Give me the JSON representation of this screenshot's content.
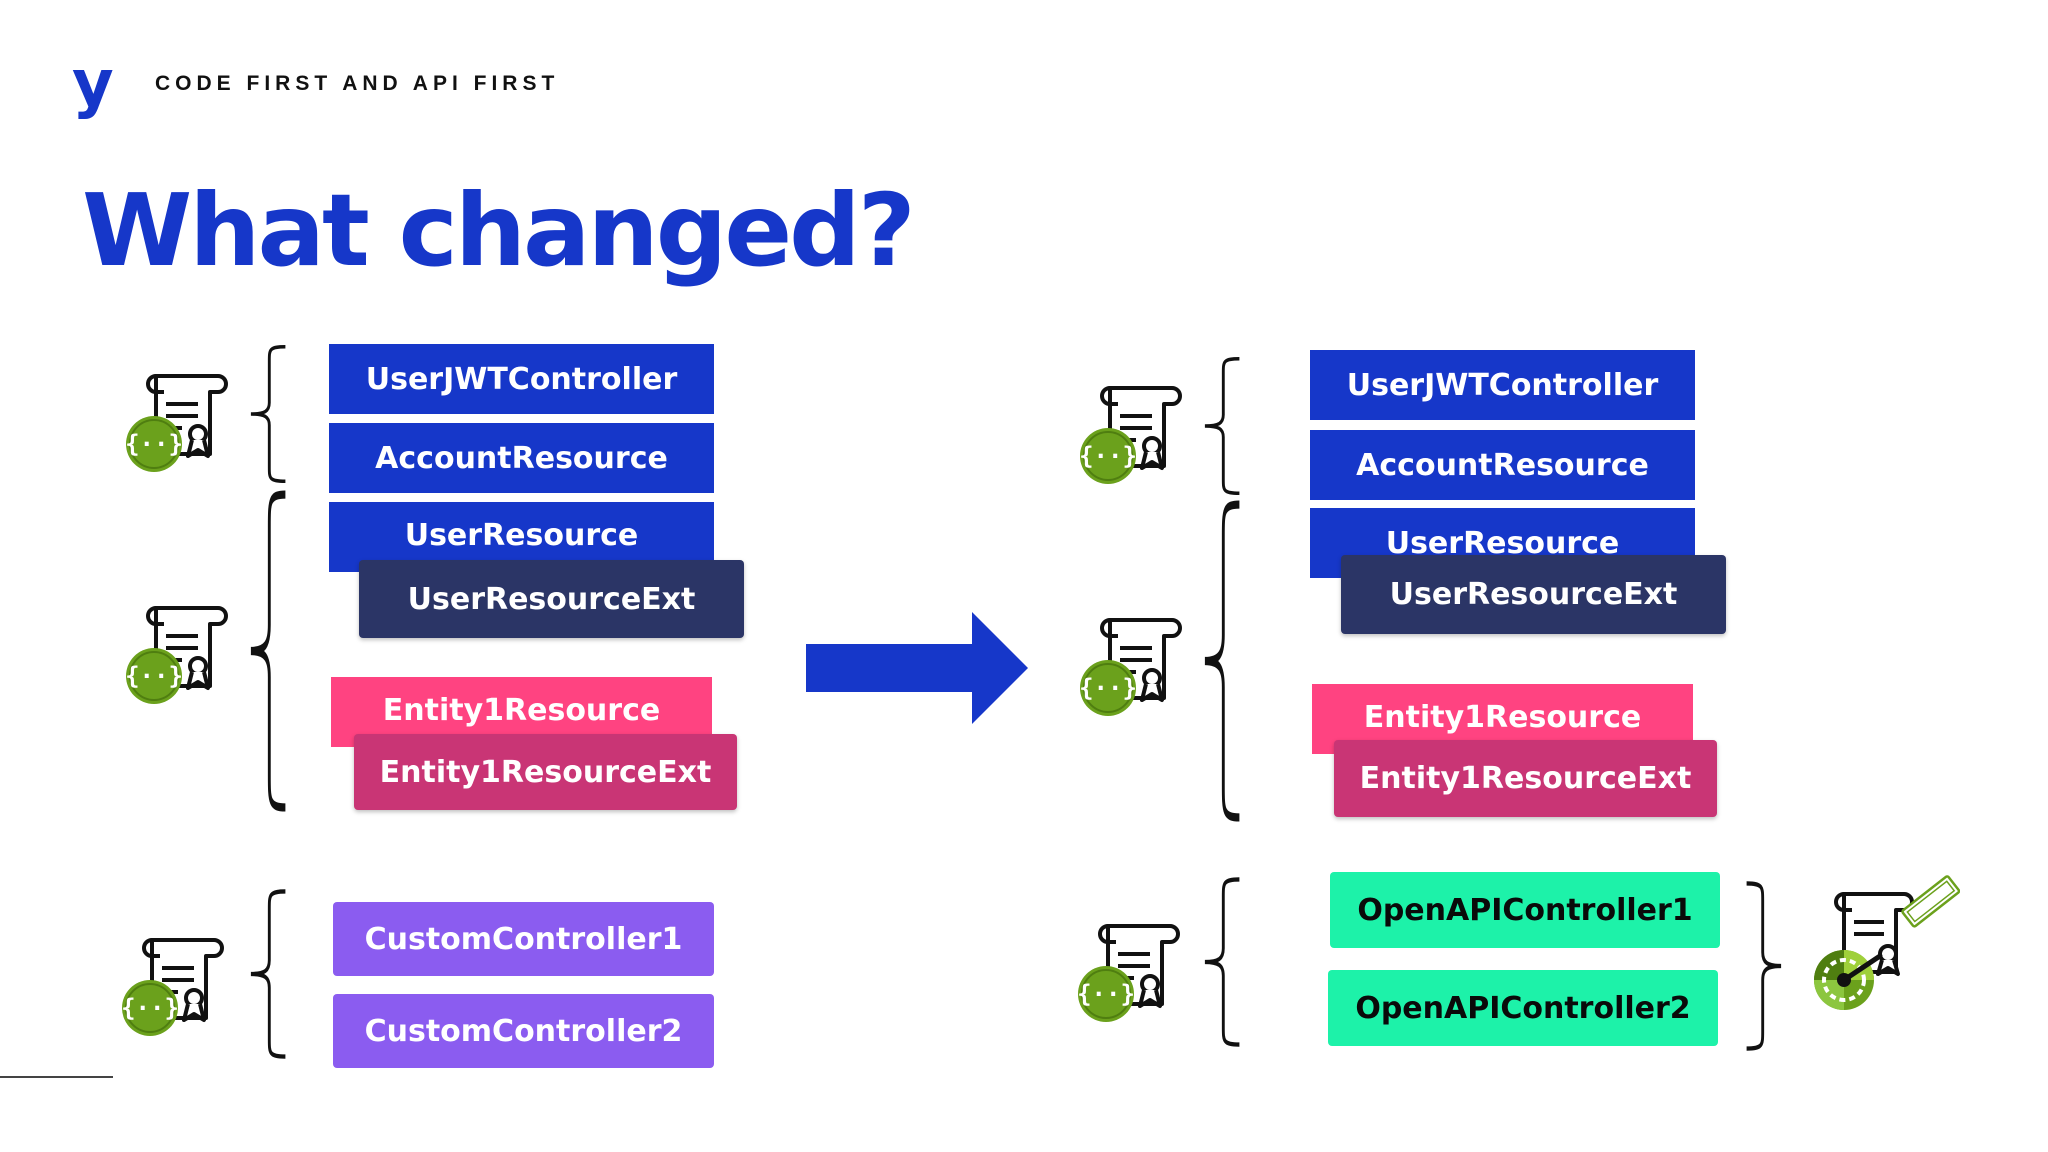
{
  "header": {
    "logo": "y",
    "kicker": "CODE FIRST AND API FIRST",
    "title": "What changed?"
  },
  "before": {
    "boxes": [
      "UserJWTController",
      "AccountResource",
      "UserResource",
      "UserResourceExt",
      "Entity1Resource",
      "Entity1ResourceExt",
      "CustomController1",
      "CustomController2"
    ]
  },
  "after": {
    "boxes": [
      "UserJWTController",
      "AccountResource",
      "UserResource",
      "UserResourceExt",
      "Entity1Resource",
      "Entity1ResourceExt",
      "OpenAPIController1",
      "OpenAPIController2"
    ]
  },
  "icons": {
    "spec": "openapi-spec-document-icon",
    "approved": "approved-spec-icon"
  },
  "colors": {
    "brand_blue": "#1637c9",
    "navy": "#2b3566",
    "pink": "#ff4381",
    "magenta": "#c93575",
    "purple": "#8b5cf0",
    "mint": "#1df2a9",
    "swagger_green": "#6ba11c"
  }
}
